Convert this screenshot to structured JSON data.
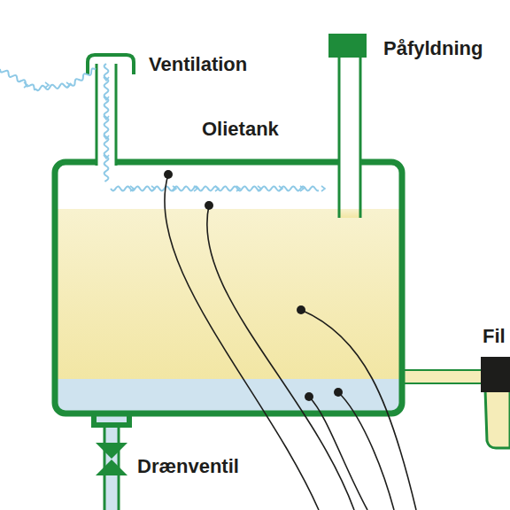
{
  "diagram": {
    "labels": [
      "Ventilation",
      "Påfyldning",
      "Olietank",
      "Fil",
      "Drænventil"
    ]
  }
}
